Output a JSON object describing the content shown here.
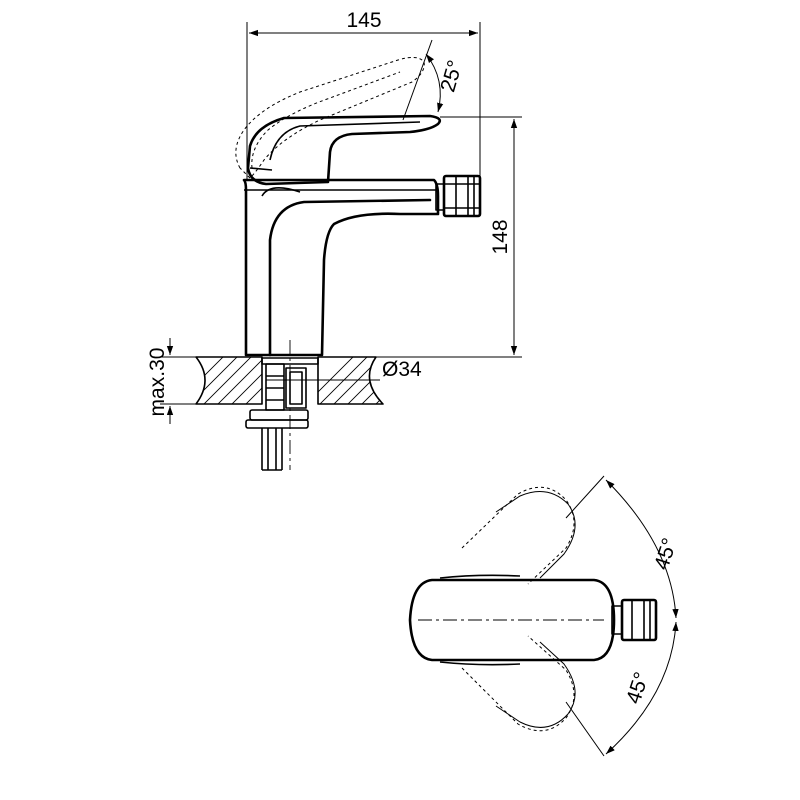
{
  "dimensions": {
    "width": "145",
    "height": "148",
    "lever_tilt": "25°",
    "hole_diameter": "Ø34",
    "max_deck": "max.30",
    "rotation_upper": "45°",
    "rotation_lower": "45°"
  }
}
